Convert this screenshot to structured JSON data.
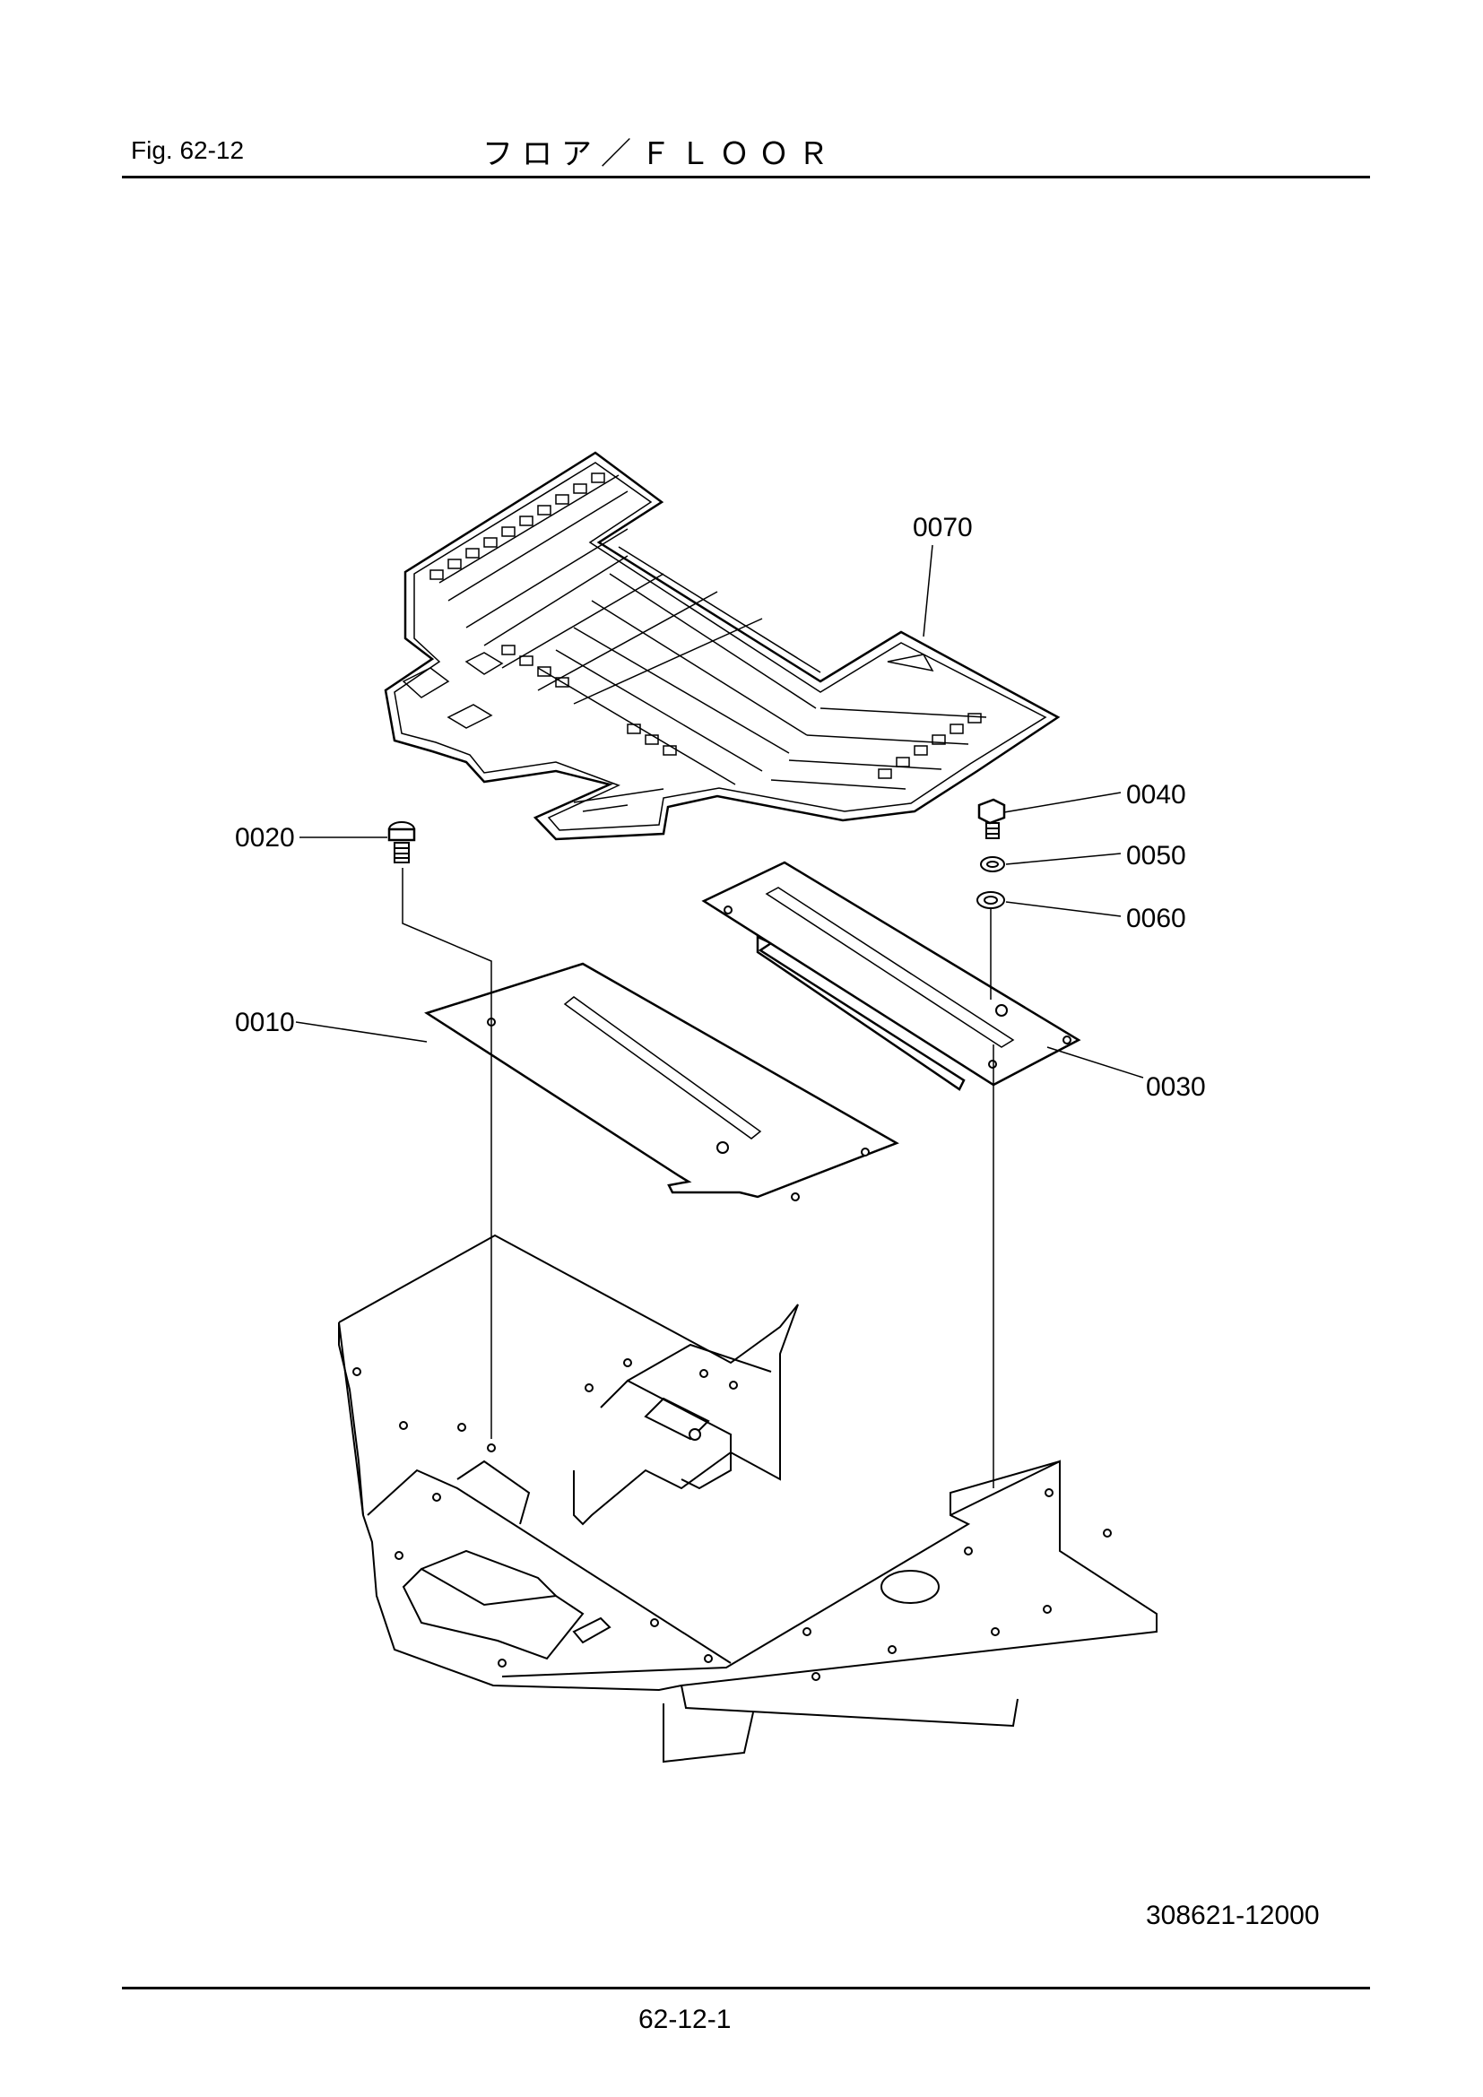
{
  "header": {
    "fig_label": "Fig.  62-12",
    "title": "フロア／ＦＬＯＯＲ"
  },
  "parts": [
    {
      "id": "0010"
    },
    {
      "id": "0020"
    },
    {
      "id": "0030"
    },
    {
      "id": "0040"
    },
    {
      "id": "0050"
    },
    {
      "id": "0060"
    },
    {
      "id": "0070"
    }
  ],
  "footer": {
    "drawing_number": "308621-12000",
    "page_number": "62-12-1"
  }
}
